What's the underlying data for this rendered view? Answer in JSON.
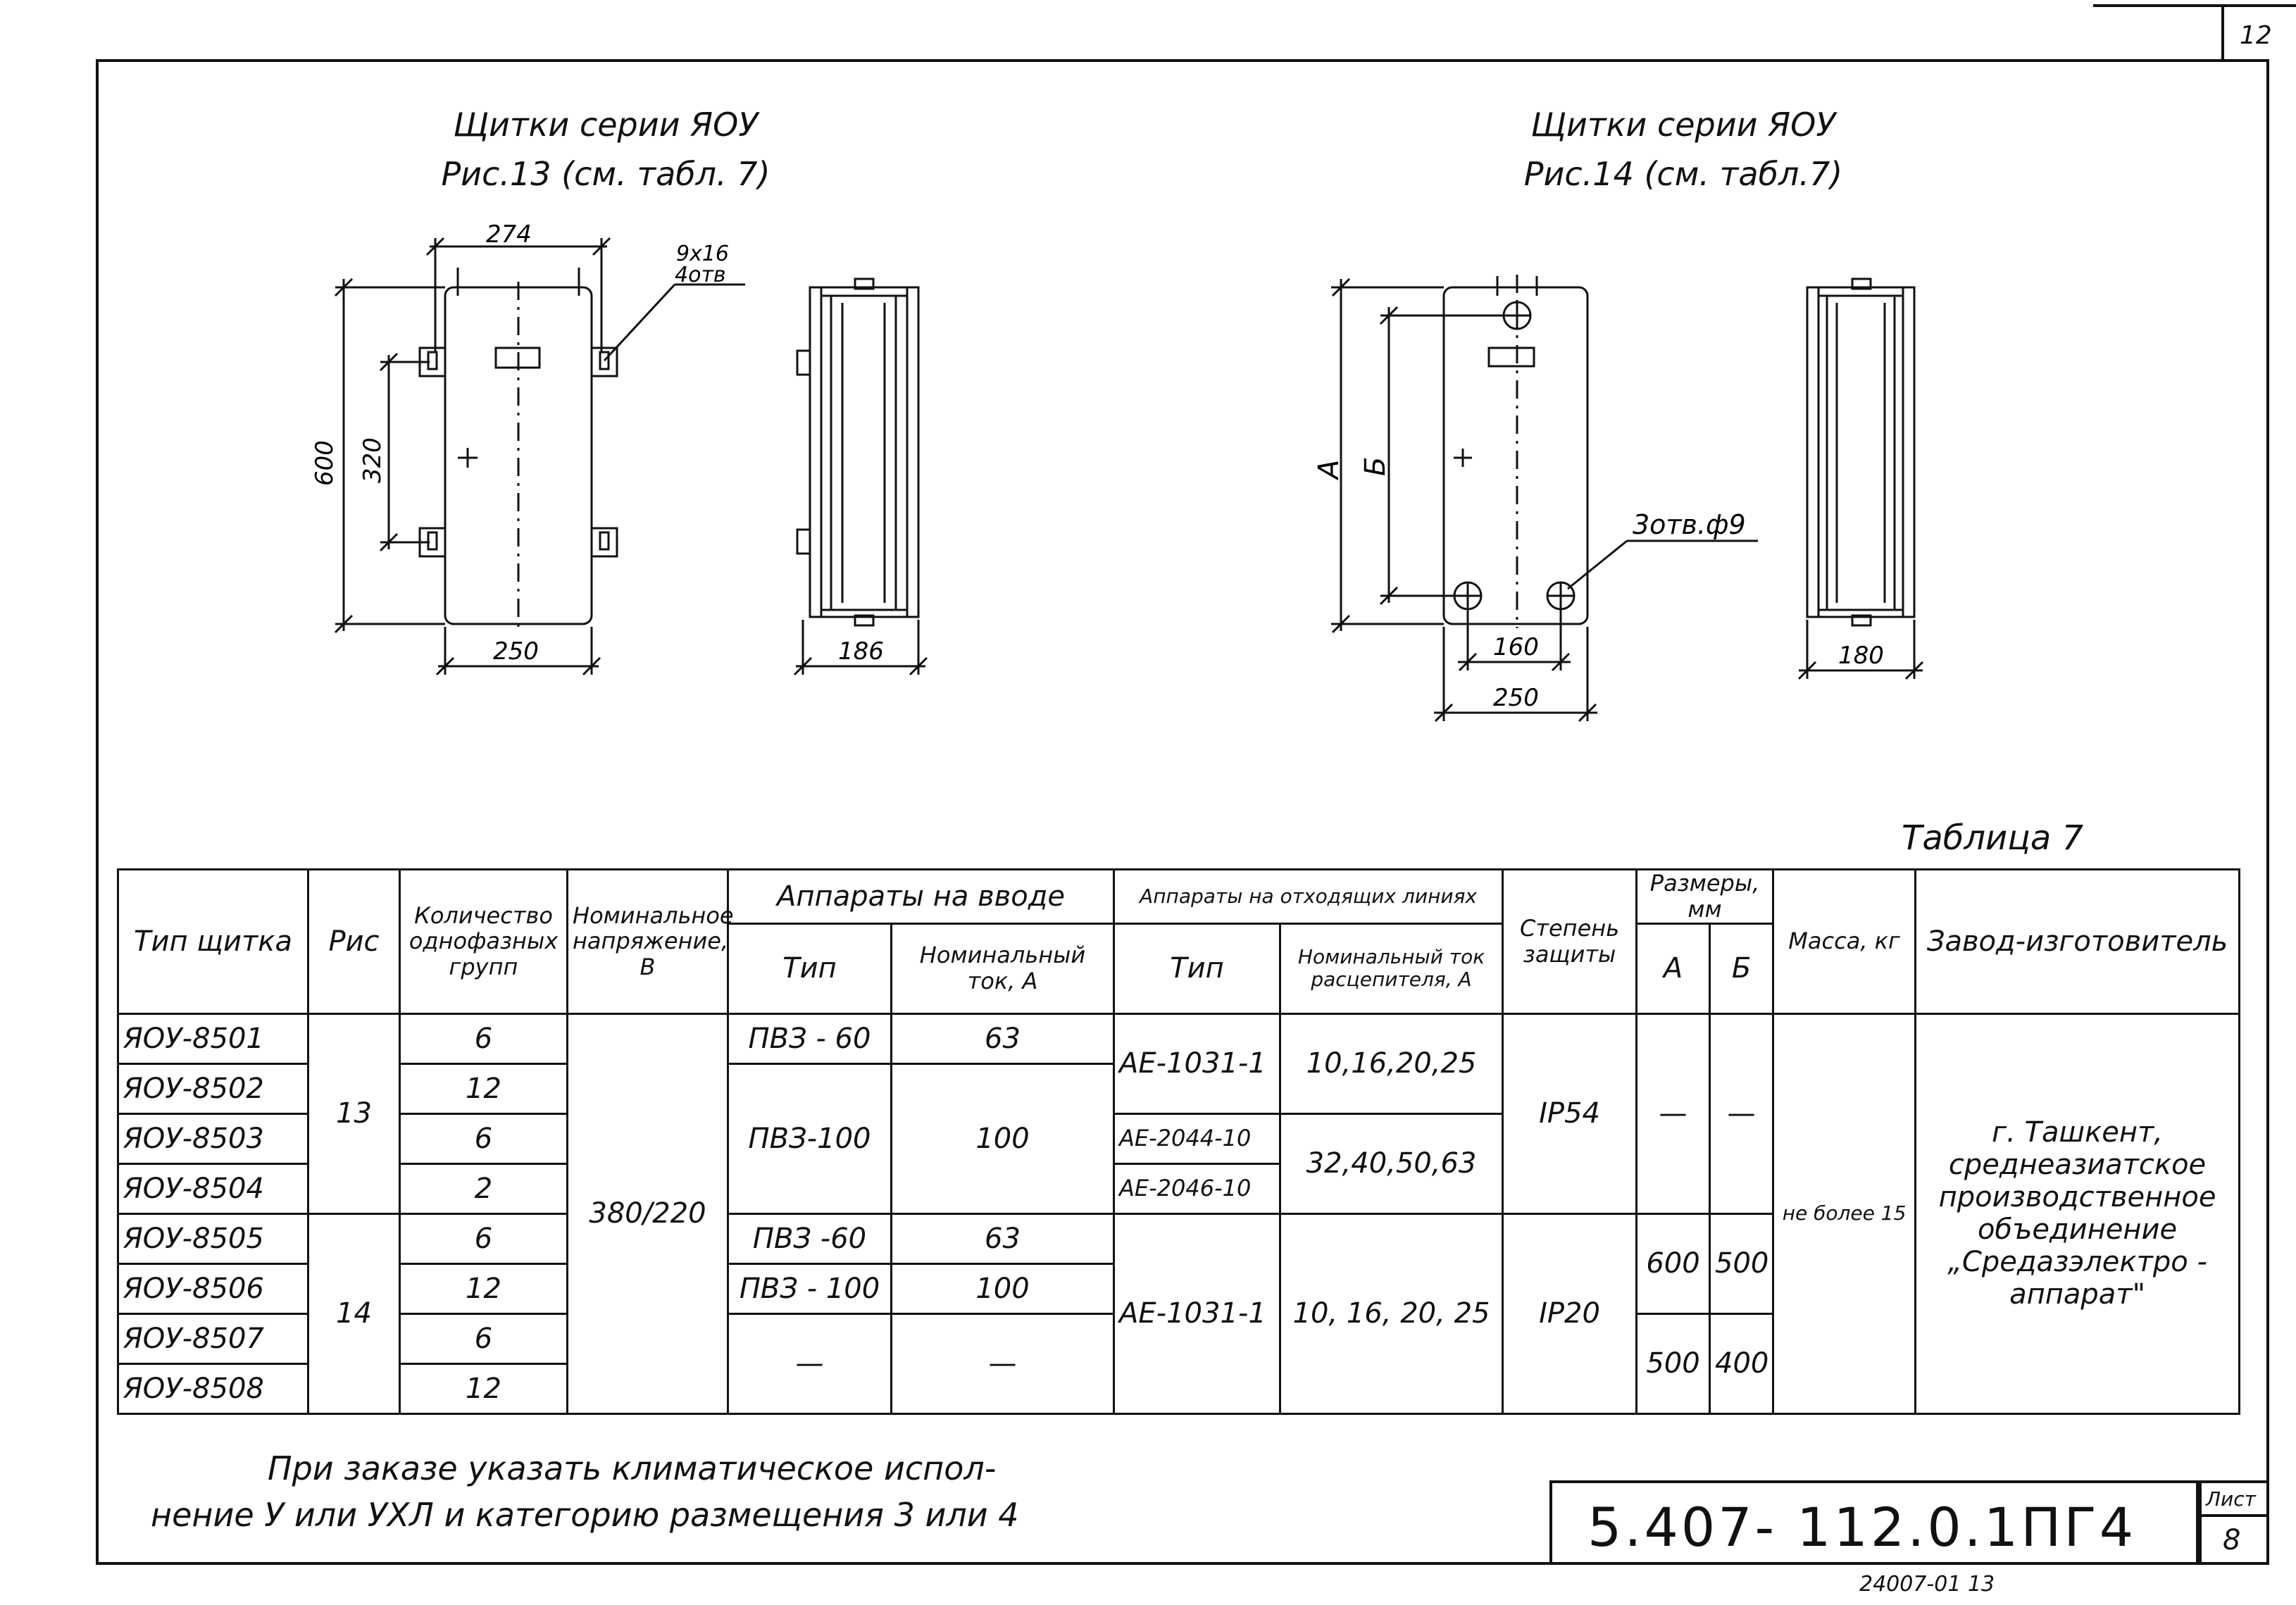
{
  "page": {
    "corner_number": "12",
    "bottom_code": "24007-01 13"
  },
  "figures": {
    "fig13": {
      "title_line1": "Щитки серии ЯОУ",
      "title_line2": "Рис.13 (см. табл. 7)",
      "dim_top": "274",
      "dim_bottom": "250",
      "dim_height": "600",
      "dim_inner": "320",
      "hole_label_1": "9x16",
      "hole_label_2": "4отв",
      "side_dim": "186"
    },
    "fig14": {
      "title_line1": "Щитки серии ЯОУ",
      "title_line2": "Рис.14 (см. табл.7)",
      "dim_a": "А",
      "dim_b": "Б",
      "hole_label": "3отв.ф9",
      "dim_inner": "160",
      "dim_bottom": "250",
      "side_dim": "180"
    }
  },
  "table": {
    "caption": "Таблица 7",
    "headers": {
      "type": "Тип щитка",
      "fig": "Рис",
      "groups": "Количество однофазных групп",
      "voltage": "Номинальное напряжение, В",
      "input": "Аппараты на вводе",
      "input_type": "Тип",
      "input_current": "Номинальный ток, А",
      "outgoing": "Аппараты на отходящих линиях",
      "out_type": "Тип",
      "out_current": "Номинальный ток расцепителя, А",
      "protection": "Степень защиты",
      "sizes": "Размеры, мм",
      "size_a": "А",
      "size_b": "Б",
      "mass": "Масса, кг",
      "maker": "Завод-изготовитель"
    },
    "types": [
      "ЯОУ-8501",
      "ЯОУ-8502",
      "ЯОУ-8503",
      "ЯОУ-8504",
      "ЯОУ-8505",
      "ЯОУ-8506",
      "ЯОУ-8507",
      "ЯОУ-8508"
    ],
    "groups": [
      "6",
      "12",
      "6",
      "2",
      "6",
      "12",
      "6",
      "12"
    ],
    "fig_a": "13",
    "fig_b": "14",
    "voltage": "380/220",
    "input": {
      "type_1": "ПВЗ - 60",
      "current_1": "63",
      "type_2": "ПВЗ-100",
      "current_2": "100",
      "type_3": "ПВЗ -60",
      "current_3": "63",
      "type_4": "ПВЗ - 100",
      "current_4": "100",
      "type_5": "—",
      "current_5": "—"
    },
    "outgoing": {
      "type_1": "АЕ-1031-1",
      "current_1": "10,16,20,25",
      "type_2": "АЕ-2044-10",
      "type_3": "АЕ-2046-10",
      "current_2": "32,40,50,63",
      "type_4": "АЕ-1031-1",
      "current_4": "10, 16, 20, 25"
    },
    "protection_1": "IP54",
    "protection_2": "IP20",
    "size_a_1": "—",
    "size_b_1": "—",
    "size_a_2": "600",
    "size_b_2": "500",
    "size_a_3": "500",
    "size_b_3": "400",
    "mass": "не более 15",
    "maker": [
      "г. Ташкент,",
      "среднеазиатское",
      "производственное",
      "объединение",
      "„Средазэлектро -",
      "аппарат\""
    ]
  },
  "note": {
    "line1": "При заказе указать климатическое испол-",
    "line2": "нение У или УХЛ и категорию размещения 3 или 4"
  },
  "stamp": {
    "code": "5.407- 112.0.1ПГ4",
    "sheet_label": "Лист",
    "sheet_number": "8"
  }
}
